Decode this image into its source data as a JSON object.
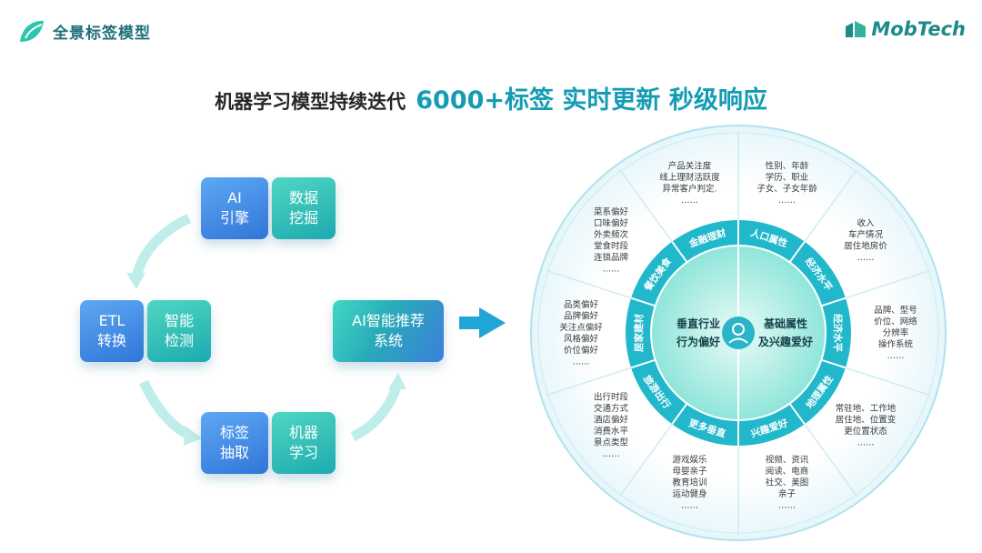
{
  "header": {
    "title": "全景标签模型",
    "brand": "MobTech"
  },
  "headline": {
    "part1": "机器学习模型持续迭代",
    "part2": "6000+标签 实时更新 秒级响应"
  },
  "cycle": {
    "ai_engine": "AI\n引擎",
    "data_mining": "数据\n挖掘",
    "etl": "ETL\n转换",
    "smart_detect": "智能\n检测",
    "recommend": "AI智能推荐\n系统",
    "tag_extract": "标签\n抽取",
    "machine_learning": "机器\n学习"
  },
  "wheel": {
    "center_left": [
      "垂直行业",
      "行为偏好"
    ],
    "center_right": [
      "基础属性",
      "及兴趣爱好"
    ],
    "ring_labels": [
      "人口属性",
      "经济水平",
      "经济水平",
      "地理属性",
      "兴趣爱好",
      "更多垂直",
      "旅游出行",
      "居家建材",
      "餐饮美食",
      "金融理财"
    ],
    "outer": {
      "finance": [
        "产品关注度",
        "线上理财活跃度",
        "异常客户判定.",
        "……"
      ],
      "demographic": [
        "性别、年龄",
        "学历、职业",
        "子女、子女年龄",
        "……"
      ],
      "economic": [
        "收入",
        "车产情况",
        "居住地房价",
        "……"
      ],
      "economic2": [
        "品牌、型号",
        "价位、网络",
        "分辨率",
        "操作系统",
        "……"
      ],
      "geo": [
        "常驻地、工作地",
        "居住地、位置变",
        "更位置状态",
        "……"
      ],
      "interest": [
        "视频、资讯",
        "阅读、电商",
        "社交、美图",
        "亲子",
        "……"
      ],
      "vertical": [
        "游戏娱乐",
        "母婴亲子",
        "教育培训",
        "运动健身",
        "……"
      ],
      "travel": [
        "出行时段",
        "交通方式",
        "酒店偏好",
        "消费水平",
        "景点类型",
        "……"
      ],
      "home": [
        "品类偏好",
        "品牌偏好",
        "关注点偏好",
        "风格偏好",
        "价位偏好",
        "……"
      ],
      "food": [
        "菜系偏好",
        "口味偏好",
        "外卖频次",
        "堂食时段",
        "连锁品牌",
        "……"
      ]
    }
  },
  "colors": {
    "accent": "#149cb4",
    "ring": "#22b8cc",
    "inner": "#7fe3d8"
  }
}
